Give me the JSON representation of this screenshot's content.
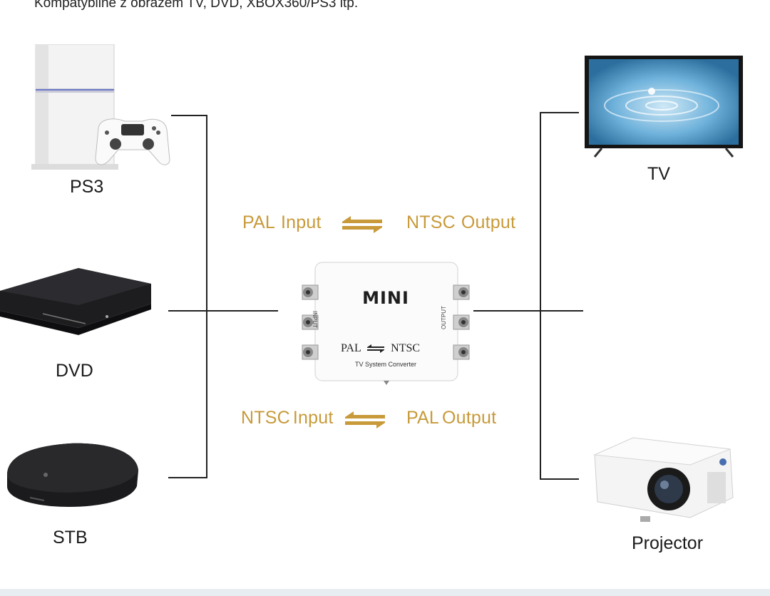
{
  "caption": "Kompatybilne z obrazem TV, DVD, XBOX360/PS3 itp.",
  "sources": [
    {
      "label": "PS3",
      "icon": "ps3-console-icon"
    },
    {
      "label": "DVD",
      "icon": "dvd-player-icon"
    },
    {
      "label": "STB",
      "icon": "set-top-box-icon"
    }
  ],
  "outputs": [
    {
      "label": "TV",
      "icon": "tv-icon"
    },
    {
      "label": "Projector",
      "icon": "projector-icon"
    }
  ],
  "mode_top": {
    "left_a": "PAL",
    "left_b": "Input",
    "right_a": "NTSC",
    "right_b": "Output"
  },
  "mode_bottom": {
    "left_a": "NTSC",
    "left_b": "Input",
    "right_a": "PAL",
    "right_b": "Output"
  },
  "converter": {
    "brand": "MINI",
    "input_label": "INPUT",
    "output_label": "OUTPUT",
    "pal": "PAL",
    "ntsc": "NTSC",
    "subtitle": "TV System Converter"
  },
  "colors": {
    "accent": "#c89a3a",
    "line": "#222222"
  }
}
